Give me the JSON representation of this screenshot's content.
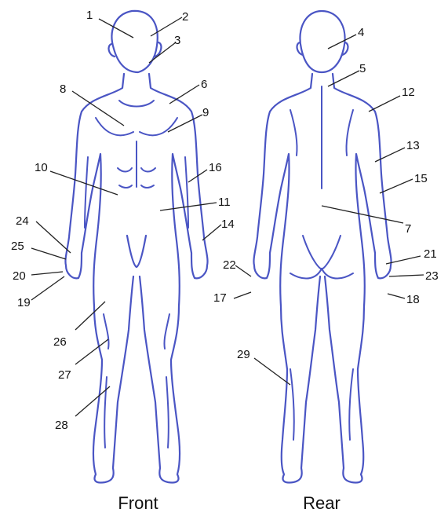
{
  "views": {
    "front_label": "Front",
    "rear_label": "Rear"
  },
  "line_color": "#4a55c4",
  "labels": {
    "front": [
      "1",
      "2",
      "3",
      "6",
      "8",
      "9",
      "10",
      "11",
      "14",
      "16",
      "19",
      "20",
      "24",
      "25",
      "26",
      "27",
      "28"
    ],
    "rear": [
      "4",
      "5",
      "7",
      "12",
      "13",
      "15",
      "17",
      "18",
      "21",
      "22",
      "23",
      "29"
    ]
  }
}
